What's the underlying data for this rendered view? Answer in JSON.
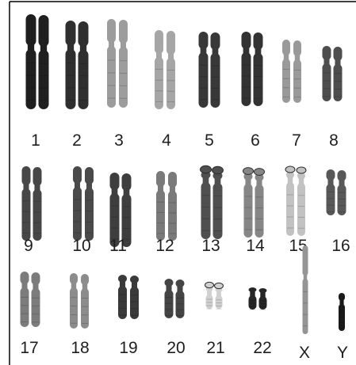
{
  "title": "",
  "chromosomes": [
    {
      "label": "1",
      "shade": "#1f1f1f"
    },
    {
      "label": "2",
      "shade": "#2f2f2f"
    },
    {
      "label": "3",
      "shade": "#9c9c9c"
    },
    {
      "label": "4",
      "shade": "#a6a6a6"
    },
    {
      "label": "5",
      "shade": "#383838"
    },
    {
      "label": "6",
      "shade": "#333333"
    },
    {
      "label": "7",
      "shade": "#9a9a9a"
    },
    {
      "label": "8",
      "shade": "#4e4e4e"
    },
    {
      "label": "9",
      "shade": "#474747"
    },
    {
      "label": "10",
      "shade": "#4a4a4a"
    },
    {
      "label": "11",
      "shade": "#3e3e3e"
    },
    {
      "label": "12",
      "shade": "#7a7a7a"
    },
    {
      "label": "13",
      "shade": "#4f4f4f"
    },
    {
      "label": "14",
      "shade": "#868686"
    },
    {
      "label": "15",
      "shade": "#c2c2c2"
    },
    {
      "label": "16",
      "shade": "#585858"
    },
    {
      "label": "17",
      "shade": "#7c7c7c"
    },
    {
      "label": "18",
      "shade": "#8c8c8c"
    },
    {
      "label": "19",
      "shade": "#3a3a3a"
    },
    {
      "label": "20",
      "shade": "#444444"
    },
    {
      "label": "21",
      "shade": "#d0d0d0"
    },
    {
      "label": "22",
      "shade": "#262626"
    },
    {
      "label": "X",
      "shade": "#959595"
    },
    {
      "label": "Y",
      "shade": "#1a1a1a"
    }
  ],
  "colors": {
    "background": "#ffffff",
    "frame": "#000000",
    "label": "#1e1e1e"
  }
}
